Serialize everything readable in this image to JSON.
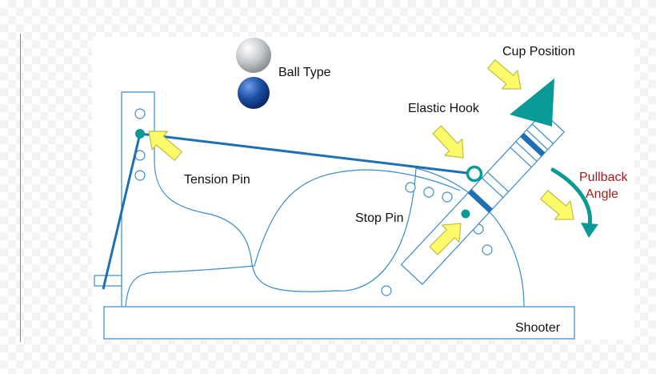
{
  "labels": {
    "ball_type": "Ball Type",
    "cup_position": "Cup Position",
    "elastic_hook": "Elastic Hook",
    "tension_pin": "Tension Pin",
    "stop_pin": "Stop Pin",
    "pullback_line1": "Pullback",
    "pullback_line2": "Angle",
    "shooter": "Shooter"
  },
  "colors": {
    "outline": "#3a8cc8",
    "elastic": "#1f6fb3",
    "teal": "#0a9a96",
    "arrow_fill": "#fdfb6a",
    "arrow_stroke": "#c2c24a",
    "ball_silver": "#c9ccd0",
    "ball_blue": "#1c4fa5",
    "label_red": "#a1201f"
  },
  "icons": {
    "arrows": "yellow-block-arrow",
    "pullback": "curved-arrow"
  }
}
